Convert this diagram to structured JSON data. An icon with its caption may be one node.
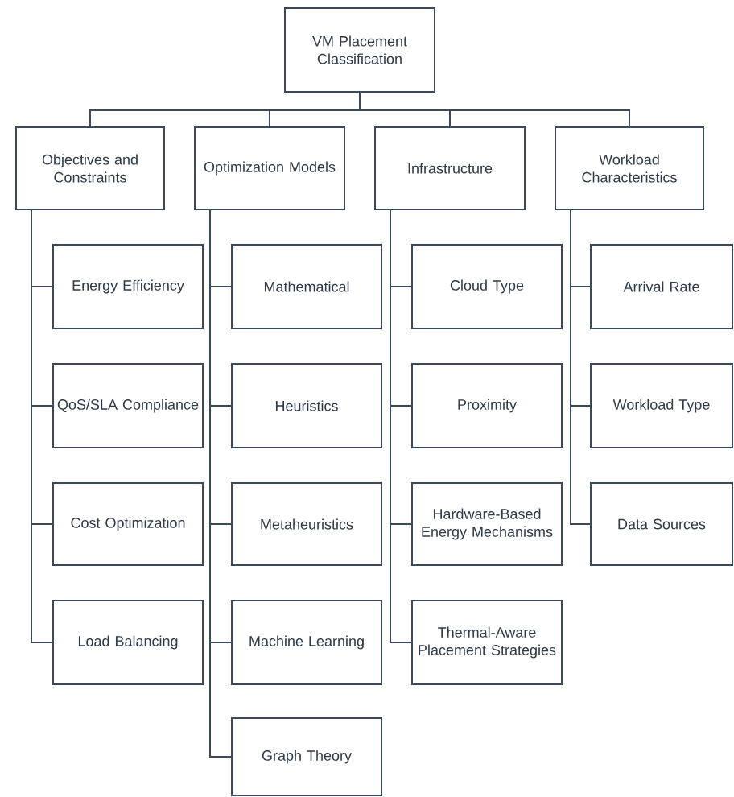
{
  "diagram": {
    "nodes": [
      {
        "text": [
          "VM Placement Classification"
        ]
      },
      {
        "text": [
          "Objectives and Constraints"
        ]
      },
      {
        "text": [
          "Optimization Models"
        ]
      },
      {
        "text": [
          "Infrastructure"
        ]
      },
      {
        "text": [
          "Workload Characteristics"
        ]
      },
      {
        "text": [
          "Energy Efficiency"
        ]
      },
      {
        "text": [
          "QoS/SLA Compliance"
        ]
      },
      {
        "text": [
          "Cost Optimization"
        ]
      },
      {
        "text": [
          "Load Balancing"
        ]
      },
      {
        "text": [
          "Mathematical"
        ]
      },
      {
        "text": [
          "Heuristics"
        ]
      },
      {
        "text": [
          "Metaheuristics"
        ]
      },
      {
        "text": [
          "Machine Learning"
        ]
      },
      {
        "text": [
          "Graph Theory"
        ]
      },
      {
        "text": [
          "Cloud Type"
        ]
      },
      {
        "text": [
          "Proximity"
        ]
      },
      {
        "text": [
          "Hardware-Based Energy Mechanisms"
        ]
      },
      {
        "text": [
          "Thermal-Aware Placement Strategies"
        ]
      },
      {
        "text": [
          "Arrival Rate"
        ]
      },
      {
        "text": [
          "Workload Type"
        ]
      },
      {
        "text": [
          "Data Sources"
        ]
      }
    ],
    "edges": [
      {
        "from": 0,
        "to": 1,
        "arrow": "none"
      },
      {
        "from": 0,
        "to": 2,
        "arrow": "none"
      },
      {
        "from": 0,
        "to": 3,
        "arrow": "none"
      },
      {
        "from": 0,
        "to": 4,
        "arrow": "none"
      },
      {
        "from": 1,
        "to": 5,
        "arrow": "none"
      },
      {
        "from": 1,
        "to": 6,
        "arrow": "none"
      },
      {
        "from": 1,
        "to": 7,
        "arrow": "none"
      },
      {
        "from": 1,
        "to": 8,
        "arrow": "none"
      },
      {
        "from": 2,
        "to": 9,
        "arrow": "none"
      },
      {
        "from": 2,
        "to": 10,
        "arrow": "none"
      },
      {
        "from": 2,
        "to": 11,
        "arrow": "none"
      },
      {
        "from": 2,
        "to": 12,
        "arrow": "none"
      },
      {
        "from": 2,
        "to": 13,
        "arrow": "none"
      },
      {
        "from": 3,
        "to": 14,
        "arrow": "none"
      },
      {
        "from": 3,
        "to": 15,
        "arrow": "none"
      },
      {
        "from": 3,
        "to": 16,
        "arrow": "none"
      },
      {
        "from": 3,
        "to": 17,
        "arrow": "none"
      },
      {
        "from": 4,
        "to": 18,
        "arrow": "none"
      },
      {
        "from": 4,
        "to": 19,
        "arrow": "none"
      },
      {
        "from": 4,
        "to": 20,
        "arrow": "none"
      }
    ]
  }
}
